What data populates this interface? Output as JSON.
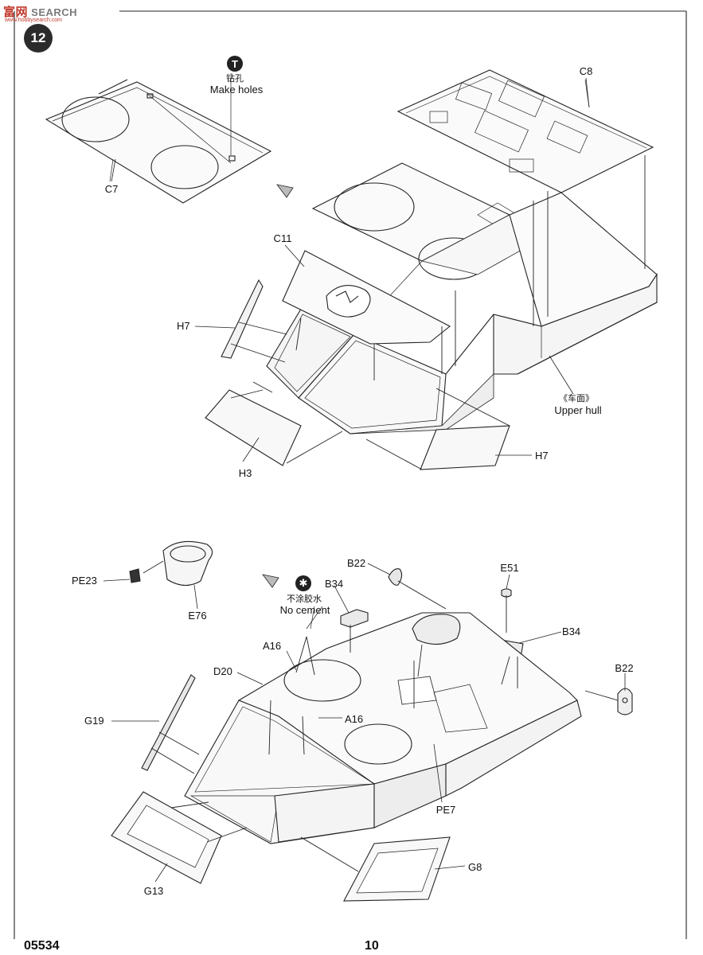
{
  "watermark": {
    "logo": "富",
    "logo2": "网",
    "text": "SEARCH",
    "url": "www.hobbysearch.com"
  },
  "step_number": "12",
  "icons": {
    "drill": "T",
    "no_cement": "✱"
  },
  "notes": {
    "drill_cn": "钻孔",
    "drill_en": "Make holes",
    "no_cement_cn": "不涂胶水",
    "no_cement_en": "No cement",
    "upper_hull_cn": "《车面》",
    "upper_hull_en": "Upper hull"
  },
  "parts_top": {
    "c7": "C7",
    "c8": "C8",
    "c11": "C11",
    "h7_left": "H7",
    "h7_right": "H7",
    "h3": "H3"
  },
  "parts_bottom": {
    "pe23": "PE23",
    "e76": "E76",
    "b22_top": "B22",
    "b34_left": "B34",
    "e51": "E51",
    "b34_right": "B34",
    "b22_right": "B22",
    "a16_top": "A16",
    "d20": "D20",
    "a16_bottom": "A16",
    "g19": "G19",
    "pe7": "PE7",
    "g8": "G8",
    "g13": "G13"
  },
  "footer": {
    "code": "05534",
    "page": "10"
  }
}
